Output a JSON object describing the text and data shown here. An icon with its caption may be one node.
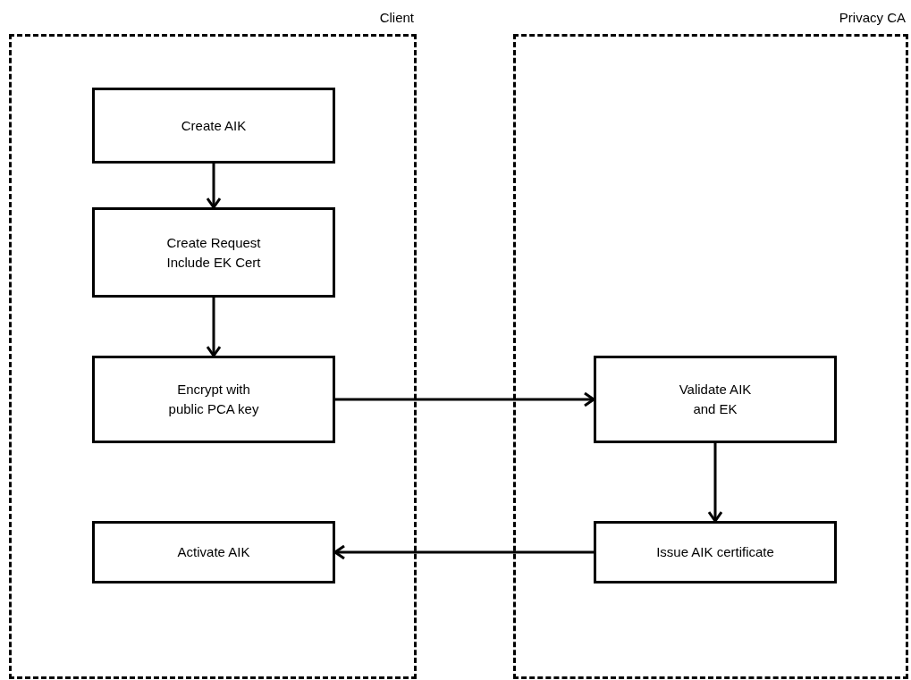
{
  "diagram": {
    "nodes": [
      {
        "text": [
          "Client"
        ]
      },
      {
        "text": [
          "Create AIK"
        ],
        "in": 0
      },
      {
        "text": [
          "Create Request Include EK Cert"
        ],
        "in": 0
      },
      {
        "text": [
          "Encrypt with public PCA key"
        ],
        "in": 0
      },
      {
        "text": [
          "Activate AIK"
        ],
        "in": 0
      },
      {
        "text": [
          "Privacy CA"
        ]
      },
      {
        "text": [
          "Validate AIK and EK"
        ],
        "in": 5
      },
      {
        "text": [
          "Issue AIK certificate"
        ],
        "in": 5
      }
    ],
    "edges": [
      {
        "from": 1,
        "to": 2,
        "arrow": "to"
      },
      {
        "from": 2,
        "to": 3,
        "arrow": "to"
      },
      {
        "from": 3,
        "to": 6,
        "arrow": "to"
      },
      {
        "from": 6,
        "to": 7,
        "arrow": "to"
      },
      {
        "from": 7,
        "to": 4,
        "arrow": "to"
      }
    ]
  }
}
